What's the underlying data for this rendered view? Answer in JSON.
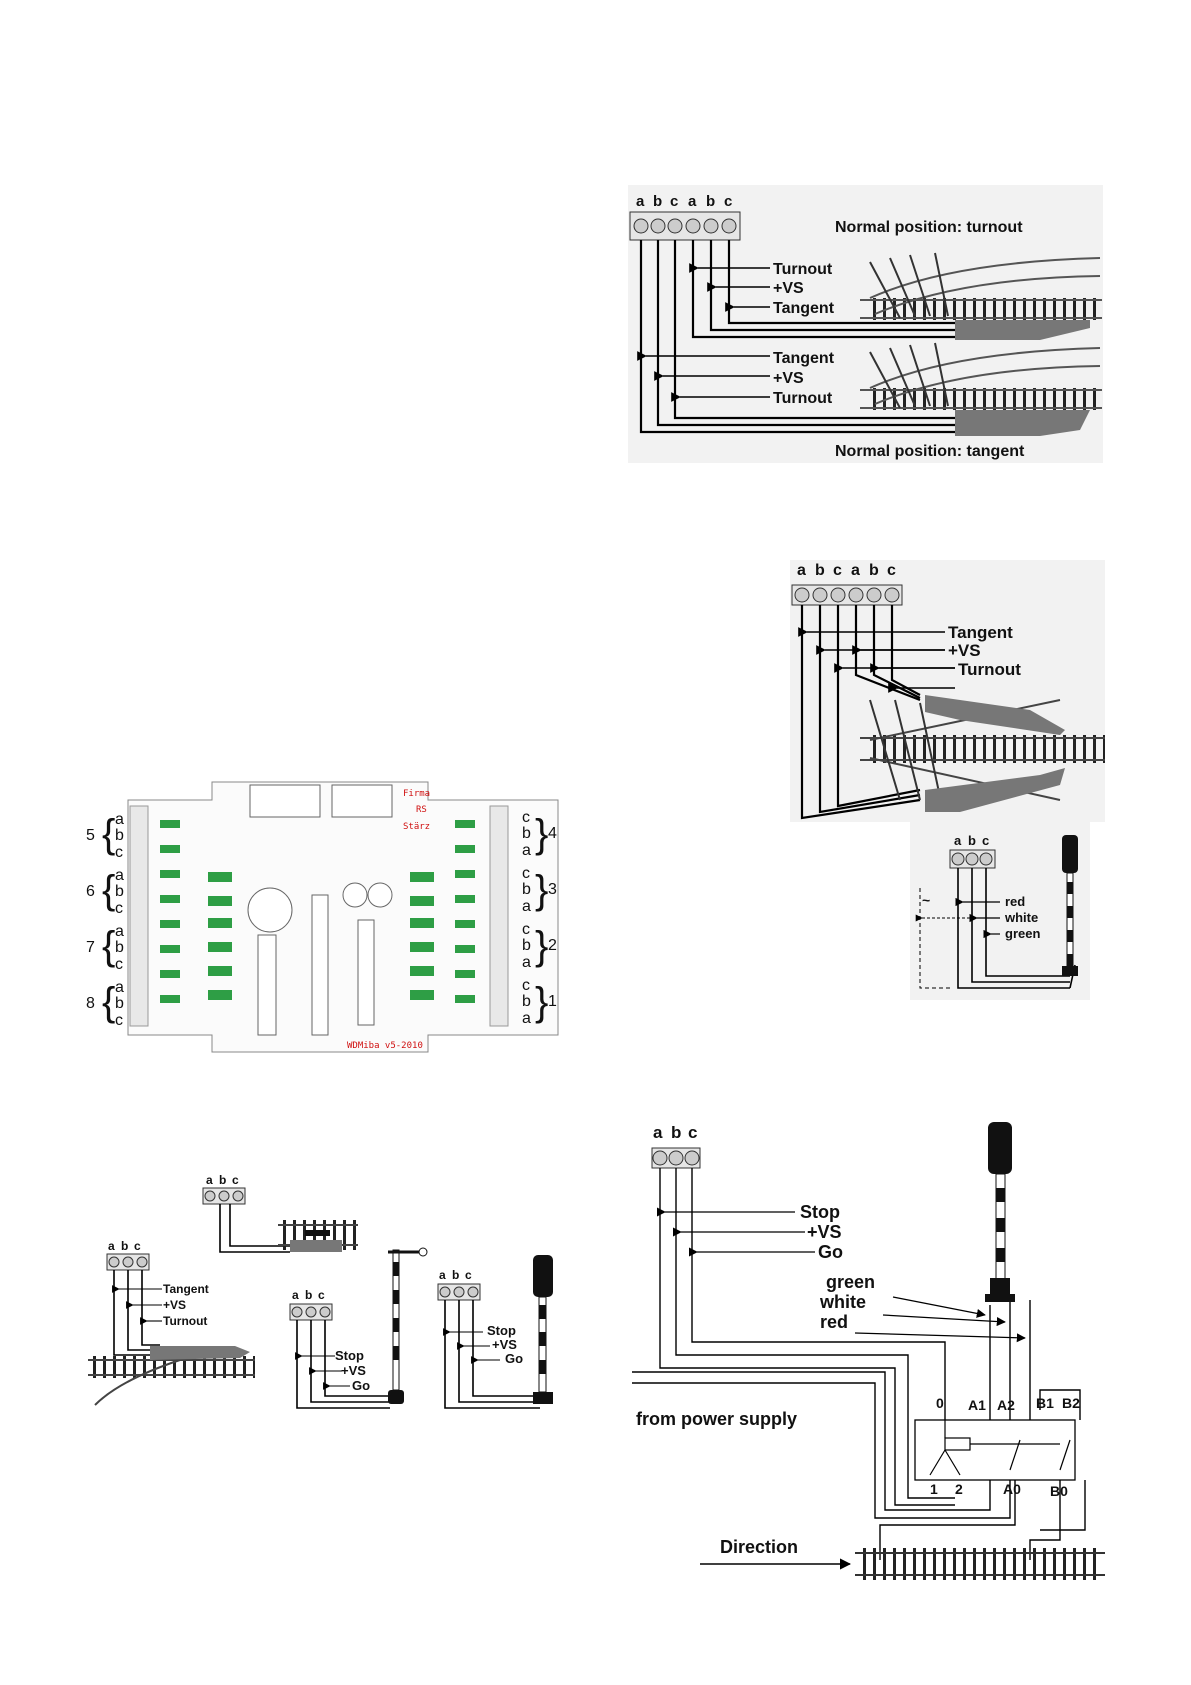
{
  "diagram1": {
    "terminals": [
      "a",
      "b",
      "c",
      "a",
      "b",
      "c"
    ],
    "title_top": "Normal position: turnout",
    "title_bottom": "Normal position: tangent",
    "upper_labels": [
      "Turnout",
      "+VS",
      "Tangent"
    ],
    "lower_labels": [
      "Tangent",
      "+VS",
      "Turnout"
    ]
  },
  "diagram2": {
    "terminals": [
      "a",
      "b",
      "c",
      "a",
      "b",
      "c"
    ],
    "labels": [
      "Tangent",
      "+VS",
      "Turnout"
    ]
  },
  "diagram3": {
    "terminals": [
      "a",
      "b",
      "c"
    ],
    "tilde": "~",
    "labels": [
      "red",
      "white",
      "green"
    ]
  },
  "pcb": {
    "left_groups": [
      "5",
      "6",
      "7",
      "8"
    ],
    "right_groups": [
      "4",
      "3",
      "2",
      "1"
    ],
    "left_letters": [
      "a",
      "b",
      "c"
    ],
    "right_letters": [
      "c",
      "b",
      "a"
    ],
    "red_labels": [
      "Firma",
      "RS",
      "Stärz"
    ],
    "version": "WDMiba v5-2010"
  },
  "examples": {
    "top_terminals": [
      "a",
      "b",
      "c"
    ],
    "turnout_terminals": [
      "a",
      "b",
      "c"
    ],
    "turnout_labels": [
      "Tangent",
      "+VS",
      "Turnout"
    ],
    "semaphore_terminals": [
      "a",
      "b",
      "c"
    ],
    "semaphore_labels": [
      "Stop",
      "+VS",
      "Go"
    ],
    "light_terminals": [
      "a",
      "b",
      "c"
    ],
    "light_labels": [
      "Stop",
      "+VS",
      "Go"
    ]
  },
  "relay": {
    "terminals": [
      "a",
      "b",
      "c"
    ],
    "labels": [
      "Stop",
      "+VS",
      "Go"
    ],
    "wire_labels": [
      "green",
      "white",
      "red"
    ],
    "contacts_top": [
      "0",
      "A1",
      "A2",
      "B1",
      "B2"
    ],
    "contacts_bottom": [
      "1",
      "2",
      "A0",
      "B0"
    ],
    "power_label": "from power supply",
    "direction_label": "Direction"
  }
}
